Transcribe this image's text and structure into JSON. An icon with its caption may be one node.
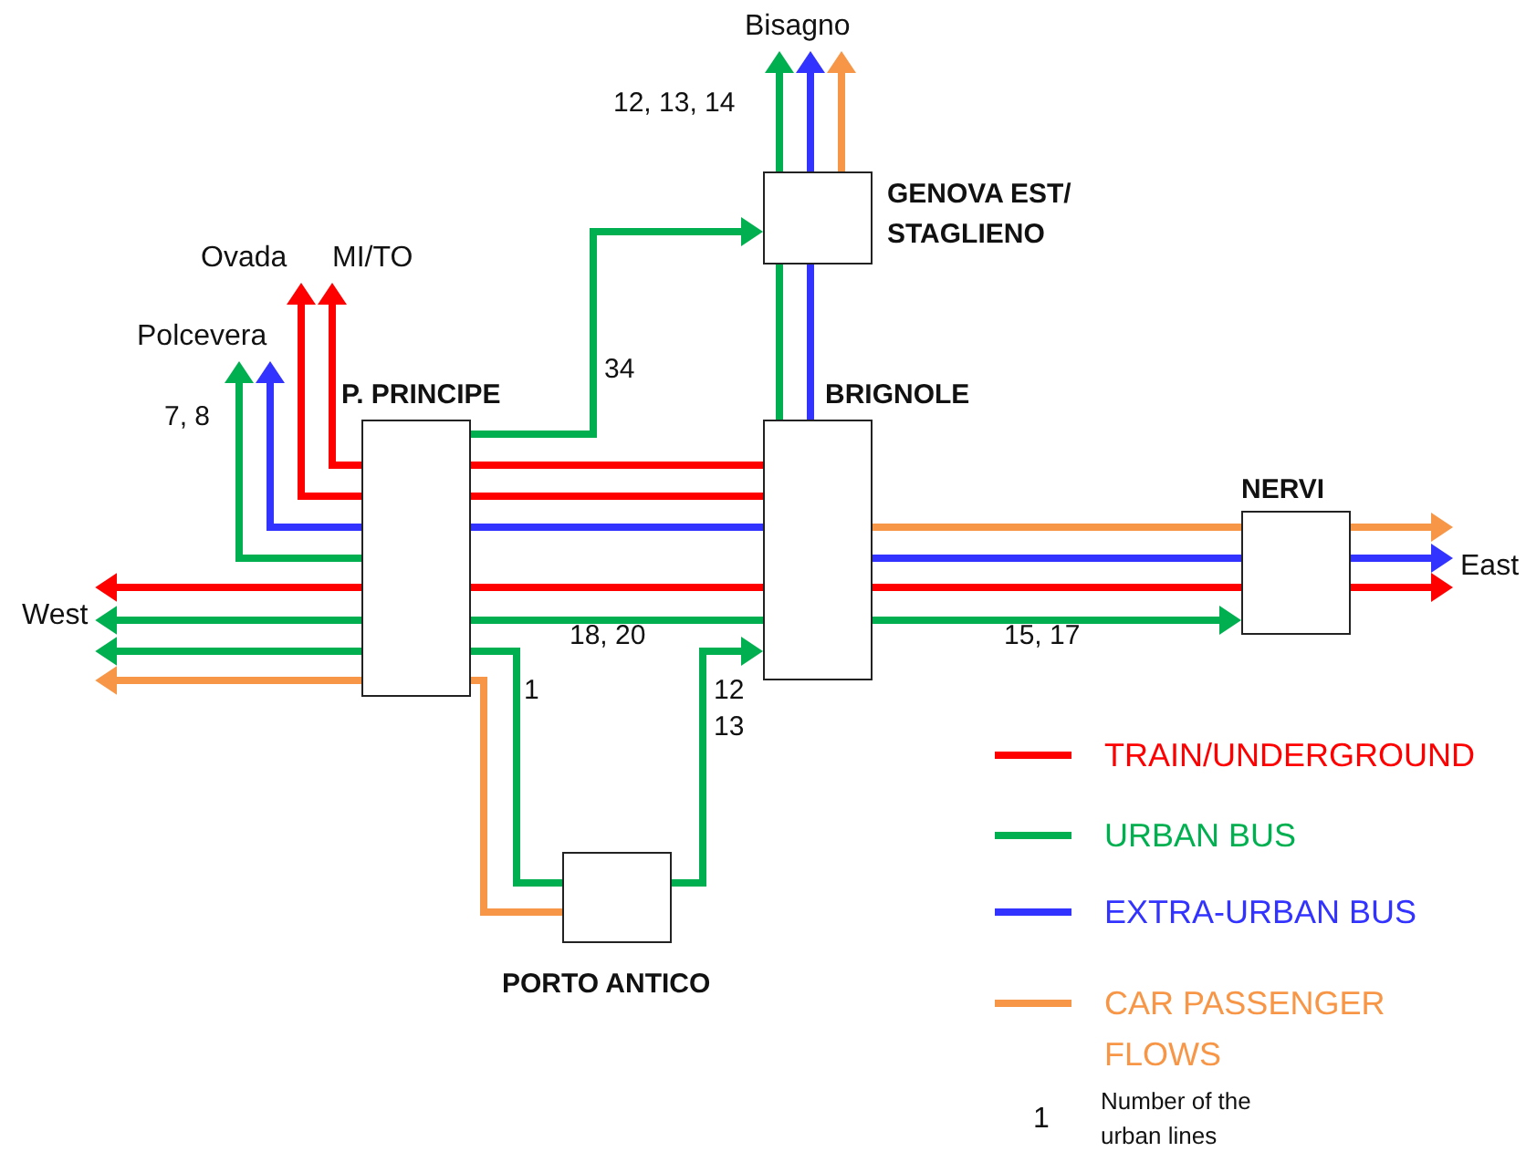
{
  "diagram": {
    "nodes": [
      {
        "text": [
          "P. PRINCIPE"
        ]
      },
      {
        "text": [
          "BRIGNOLE"
        ]
      },
      {
        "text": [
          "GENOVA EST/ STAGLIENO"
        ]
      },
      {
        "text": [
          "NERVI"
        ]
      },
      {
        "text": [
          "PORTO ANTICO"
        ]
      },
      {
        "text": [
          "Bisagno"
        ]
      },
      {
        "text": [
          "Ovada"
        ]
      },
      {
        "text": [
          "MI/TO"
        ]
      },
      {
        "text": [
          "Polcevera"
        ]
      },
      {
        "text": [
          "West"
        ]
      },
      {
        "text": [
          "East"
        ]
      }
    ],
    "edges": [
      {
        "from": 1,
        "to": 0,
        "arrow": "none",
        "color": "#ff0000"
      },
      {
        "from": 0,
        "to": 7,
        "arrow": "to",
        "color": "#ff0000"
      },
      {
        "from": 1,
        "to": 0,
        "arrow": "none",
        "color": "#ff0000"
      },
      {
        "from": 0,
        "to": 6,
        "arrow": "to",
        "color": "#ff0000"
      },
      {
        "from": 1,
        "to": 0,
        "arrow": "none",
        "color": "#3333ff"
      },
      {
        "from": 0,
        "to": 8,
        "arrow": "to",
        "color": "#3333ff"
      },
      {
        "from": 0,
        "to": 8,
        "arrow": "to",
        "label": "7, 8"
      },
      {
        "from": 0,
        "to": 2,
        "arrow": "to",
        "label": "34"
      },
      {
        "from": 1,
        "to": 2,
        "arrow": "none"
      },
      {
        "from": 2,
        "to": 5,
        "arrow": "to",
        "label": "12, 13, 14"
      },
      {
        "from": 1,
        "to": 2,
        "arrow": "none",
        "color": "#3333ff"
      },
      {
        "from": 2,
        "to": 5,
        "arrow": "to",
        "color": "#3333ff"
      },
      {
        "from": 2,
        "to": 5,
        "arrow": "to",
        "color": "#f79646"
      },
      {
        "from": 1,
        "to": 3,
        "arrow": "none",
        "color": "#f79646"
      },
      {
        "from": 3,
        "to": 10,
        "arrow": "to",
        "color": "#f79646"
      },
      {
        "from": 1,
        "to": 3,
        "arrow": "none",
        "color": "#3333ff"
      },
      {
        "from": 3,
        "to": 10,
        "arrow": "to",
        "color": "#3333ff"
      },
      {
        "from": 0,
        "to": 9,
        "arrow": "to",
        "color": "#ff0000"
      },
      {
        "from": 0,
        "to": 1,
        "arrow": "none",
        "color": "#ff0000"
      },
      {
        "from": 1,
        "to": 3,
        "arrow": "none",
        "color": "#ff0000"
      },
      {
        "from": 3,
        "to": 10,
        "arrow": "to",
        "color": "#ff0000"
      },
      {
        "from": 1,
        "to": 0,
        "arrow": "none",
        "label": "18, 20"
      },
      {
        "from": 0,
        "to": 9,
        "arrow": "to"
      },
      {
        "from": 1,
        "to": 3,
        "arrow": "to",
        "label": "15, 17"
      },
      {
        "from": 4,
        "to": 0,
        "arrow": "none",
        "label": "1"
      },
      {
        "from": 0,
        "to": 9,
        "arrow": "to"
      },
      {
        "from": 4,
        "to": 1,
        "arrow": "to",
        "label": "12 13"
      },
      {
        "from": 4,
        "to": 0,
        "arrow": "none",
        "color": "#f79646"
      },
      {
        "from": 0,
        "to": 9,
        "arrow": "to",
        "color": "#f79646"
      }
    ],
    "labels": [
      "1"
    ],
    "legend": [
      {
        "text": "TRAIN/UNDERGROUND",
        "color": "#ff0000"
      },
      {
        "text": "URBAN BUS",
        "color": "#00b050"
      },
      {
        "text": "EXTRA-URBAN BUS",
        "color": "#3333ff"
      },
      {
        "text": "CAR PASSENGER FLOWS",
        "color": "#f79646"
      },
      {
        "text": "Number of the urban lines"
      }
    ]
  }
}
